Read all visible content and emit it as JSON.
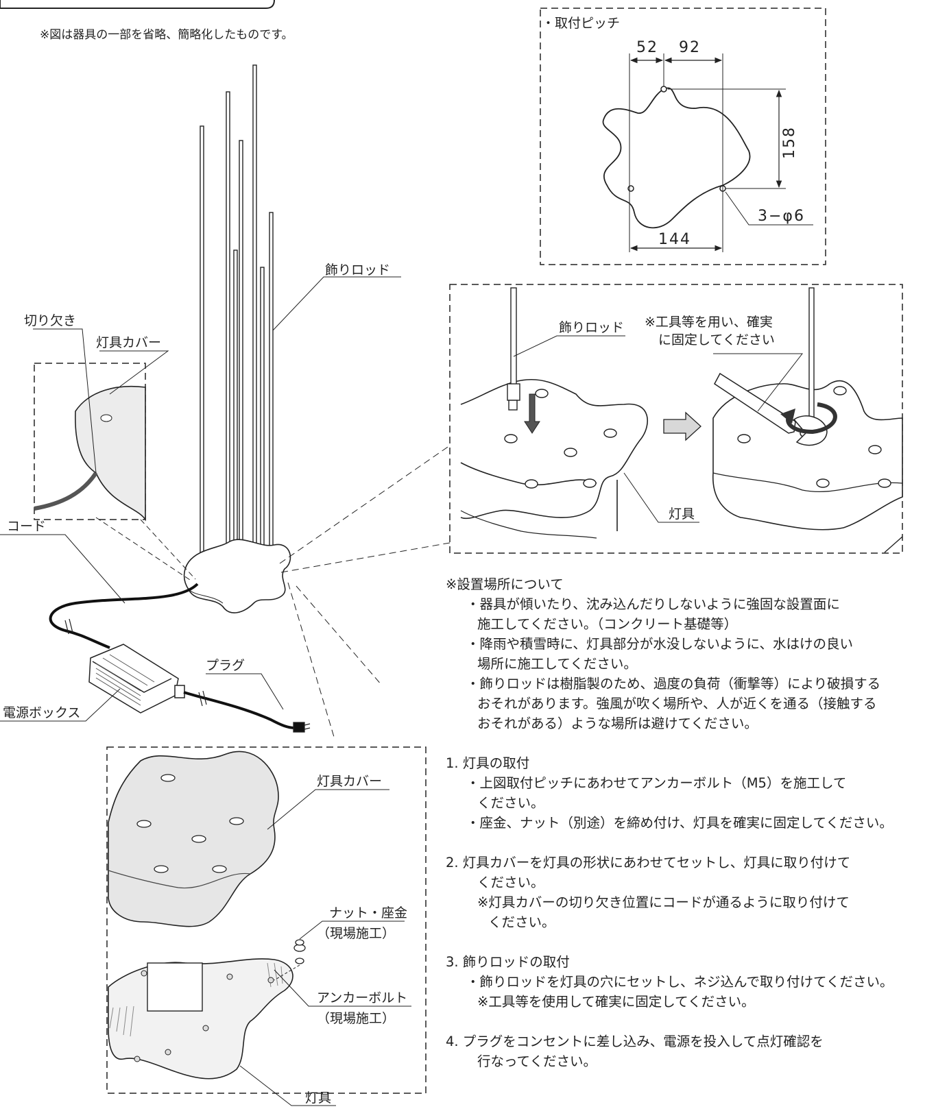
{
  "top_note": "※図は器具の一部を省略、簡略化したものです。",
  "pitch": {
    "title": "・取付ピッチ",
    "dim_52": "52",
    "dim_92": "92",
    "dim_158": "158",
    "dim_144": "144",
    "hole_spec": "3−φ6"
  },
  "labels": {
    "rod": "飾りロッド",
    "notch": "切り欠き",
    "cover": "灯具カバー",
    "cord": "コード",
    "plug": "プラグ",
    "power_box": "電源ボックス",
    "detail_rod": "飾りロッド",
    "tool_note_1": "※工具等を用い、確実",
    "tool_note_2": "に固定してください",
    "fixture": "灯具",
    "bottom_cover": "灯具カバー",
    "nut_washer": "ナット・座金",
    "site_work_1": "（現場施工）",
    "anchor_bolt": "アンカーボルト",
    "site_work_2": "（現場施工）",
    "bottom_fixture": "灯具"
  },
  "instructions": {
    "location_head": "※設置場所について",
    "loc_1a": "・器具が傾いたり、沈み込んだりしないように強固な設置面に",
    "loc_1b": "施工してください。（コンクリート基礎等）",
    "loc_2a": "・降雨や積雪時に、灯具部分が水没しないように、水はけの良い",
    "loc_2b": "場所に施工してください。",
    "loc_3a": "・飾りロッドは樹脂製のため、過度の負荷（衝撃等）により破損する",
    "loc_3b": "おそれがあります。強風が吹く場所や、人が近くを通る（接触する",
    "loc_3c": "おそれがある）ような場所は避けてください。",
    "s1": "1. 灯具の取付",
    "s1a": "・上図取付ピッチにあわせてアンカーボルト（M5）を施工して",
    "s1b": "ください。",
    "s1c": "・座金、ナット（別途）を締め付け、灯具を確実に固定してください。",
    "s2": "2. 灯具カバーを灯具の形状にあわせてセットし、灯具に取り付けて",
    "s2b": "ください。",
    "s2c": "※灯具カバーの切り欠き位置にコードが通るように取り付けて",
    "s2d": "ください。",
    "s3": "3. 飾りロッドの取付",
    "s3a": "・飾りロッドを灯具の穴にセットし、ネジ込んで取り付けてください。",
    "s3b": "※工具等を使用して確実に固定してください。",
    "s4": "4. プラグをコンセントに差し込み、電源を投入して点灯確認を",
    "s4b": "行なってください。"
  }
}
